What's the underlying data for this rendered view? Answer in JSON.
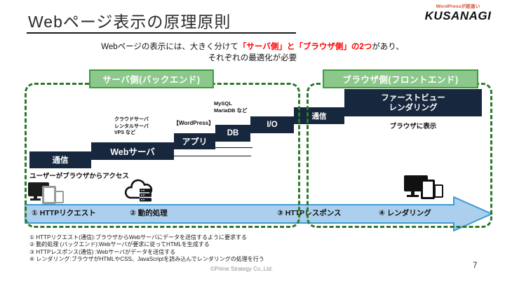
{
  "slide": {
    "title": "Webページ表示の原理原則",
    "page_number": "7",
    "copyright": "©Prime Strategy Co.,Ltd."
  },
  "logo": {
    "tagline": "WordPressが超速い",
    "name": "KUSANAGI"
  },
  "subtitle": {
    "prefix": "Webページの表示には、大きく分けて",
    "highlight": "「サーバ側」と「ブラウザ側」の2つ",
    "suffix": "があり、",
    "line2": "それぞれの最適化が必要"
  },
  "sections": {
    "server_header": "サーバ側(バックエンド)",
    "browser_header": "ブラウザ側(フロントエンド)"
  },
  "steps": {
    "comm_left": "通信",
    "webserver": "Webサーバ",
    "webserver_note": "クラウドサーバ\nレンタルサーバ\nVPS など",
    "app": "アプリ",
    "app_note": "【WordPress】",
    "db": "DB",
    "db_note": "MySQL\nMariaDB など",
    "io": "I/O",
    "comm_right": "通信",
    "firstview": "ファーストビュー\nレンダリング",
    "browser_display": "ブラウザに表示"
  },
  "annotations": {
    "user_access": "ユーザーがブラウザからアクセス"
  },
  "process_arrow": {
    "labels": [
      "① HTTPリクエスト",
      "② 動的処理",
      "③ HTTPレスポンス",
      "④ レンダリング"
    ]
  },
  "footnotes": [
    "① HTTPリクエスト(通信):ブラウザからWebサーバにデータを送信するように要求する",
    "② 動的処理 (バックエンド):Webサーバが要求に従ってHTMLを生成する",
    "③ HTTPレスポンス(通信) :Webサーバがデータを送信する",
    "④ レンダリング:ブラウザがHTMLやCSS、JavaScriptを読み込んでレンダリングの処理を行う"
  ],
  "colors": {
    "navy": "#17273D",
    "green_fill": "#8CC78C",
    "green_border": "#3F9C3F",
    "green_dash": "#2B7A2B",
    "arrow_fill": "#ABCFEC",
    "arrow_border": "#3D9BD9",
    "highlight_red": "#FF0000"
  }
}
